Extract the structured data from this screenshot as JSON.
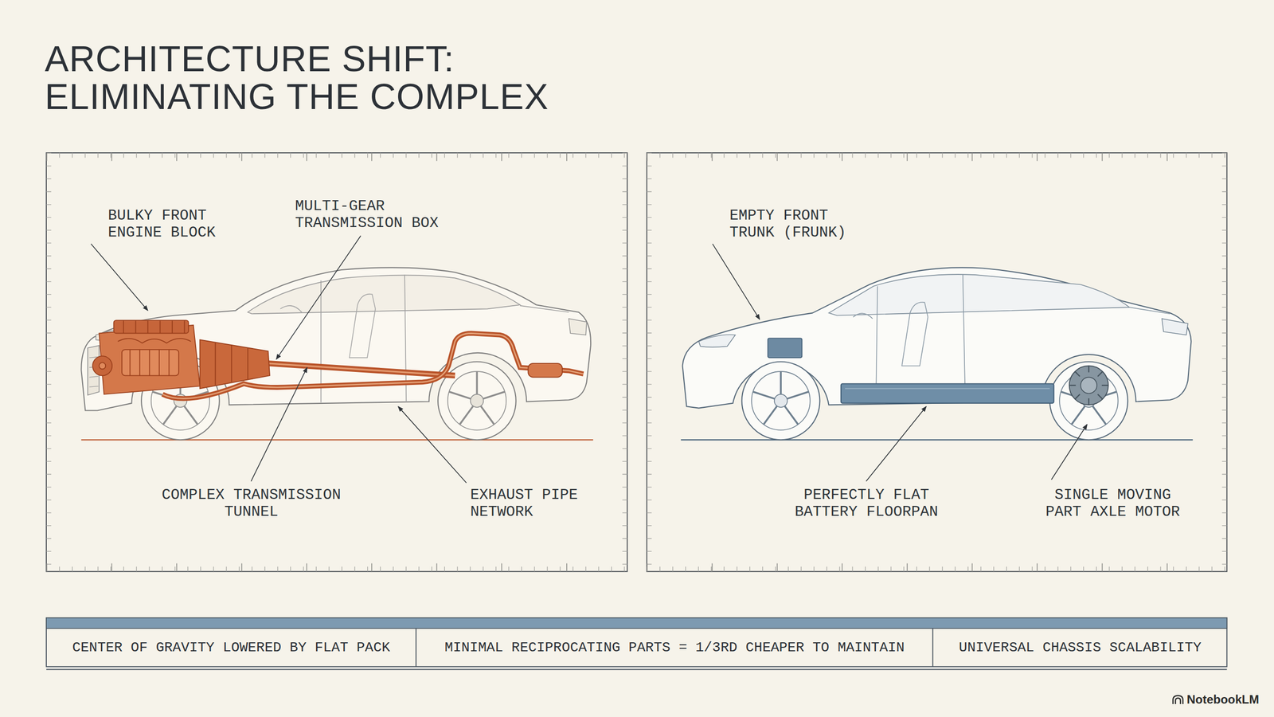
{
  "diagram": {
    "title": "ARCHITECTURE SHIFT: ELIMINATING THE COMPLEX",
    "nodes": [
      {
        "text": [
          "CENTER OF GRAVITY LOWERED BY FLAT PACK"
        ]
      },
      {
        "text": [
          "MINIMAL RECIPROCATING PARTS = 1/3RD CHEAPER TO MAINTAIN"
        ]
      },
      {
        "text": [
          "UNIVERSAL CHASSIS SCALABILITY"
        ]
      }
    ],
    "labels": [
      "BULKY FRONT ENGINE BLOCK",
      "MULTI-GEAR TRANSMISSION BOX",
      "COMPLEX TRANSMISSION TUNNEL",
      "EXHAUST PIPE NETWORK",
      "EMPTY FRONT TRUNK (FRUNK)",
      "PERFECTLY FLAT BATTERY FLOORPAN",
      "SINGLE MOVING PART AXLE MOTOR",
      "NotebookLM"
    ]
  }
}
